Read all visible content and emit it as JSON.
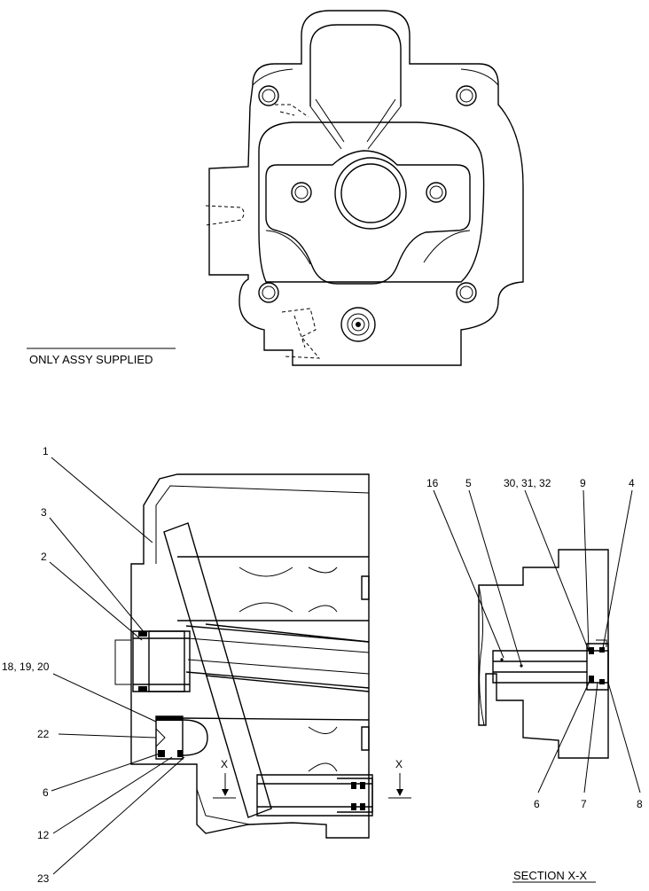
{
  "notes": {
    "only_assy": "ONLY ASSY SUPPLIED",
    "section_title": "SECTION  X-X",
    "section_mark": "X"
  },
  "callouts": {
    "c1": "1",
    "c3": "3",
    "c2": "2",
    "c18": "18, 19, 20",
    "c22": "22",
    "c6": "6",
    "c12": "12",
    "c23": "23",
    "s16": "16",
    "s5": "5",
    "s30": "30, 31, 32",
    "s9": "9",
    "s4": "4",
    "s6": "6",
    "s7": "7",
    "s8": "8"
  }
}
